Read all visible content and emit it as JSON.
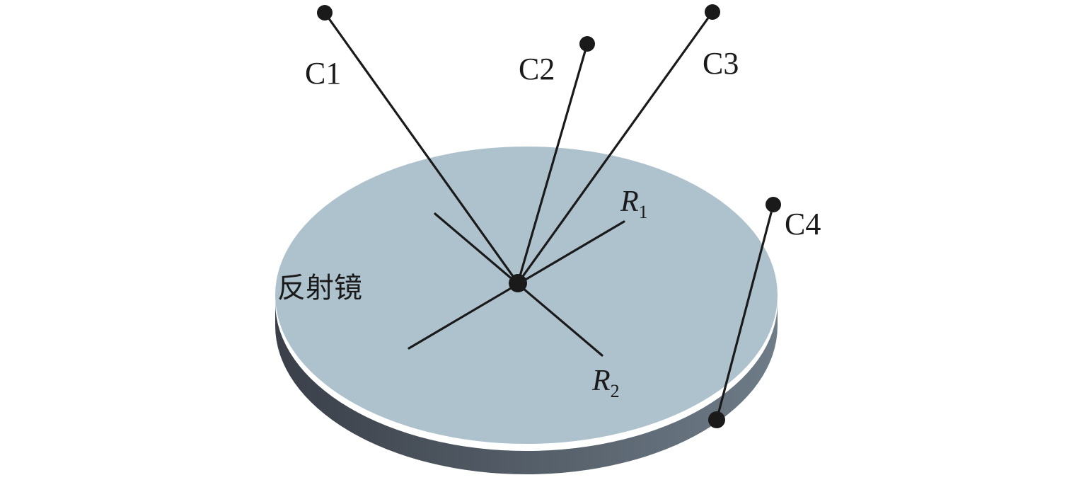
{
  "mirror": {
    "label": "反射镜",
    "top_color": "#aec2ce",
    "side_color_dark": "#3a3f48",
    "side_color_light": "#6e7c88"
  },
  "cameras": [
    {
      "id": "c1",
      "label": "C1"
    },
    {
      "id": "c2",
      "label": "C2"
    },
    {
      "id": "c3",
      "label": "C3"
    },
    {
      "id": "c4",
      "label": "C4"
    }
  ],
  "axes": [
    {
      "id": "r1",
      "symbol": "R",
      "subscript": "1"
    },
    {
      "id": "r2",
      "symbol": "R",
      "subscript": "2"
    }
  ],
  "colors": {
    "line": "#1a1a1a",
    "background": "#ffffff"
  }
}
